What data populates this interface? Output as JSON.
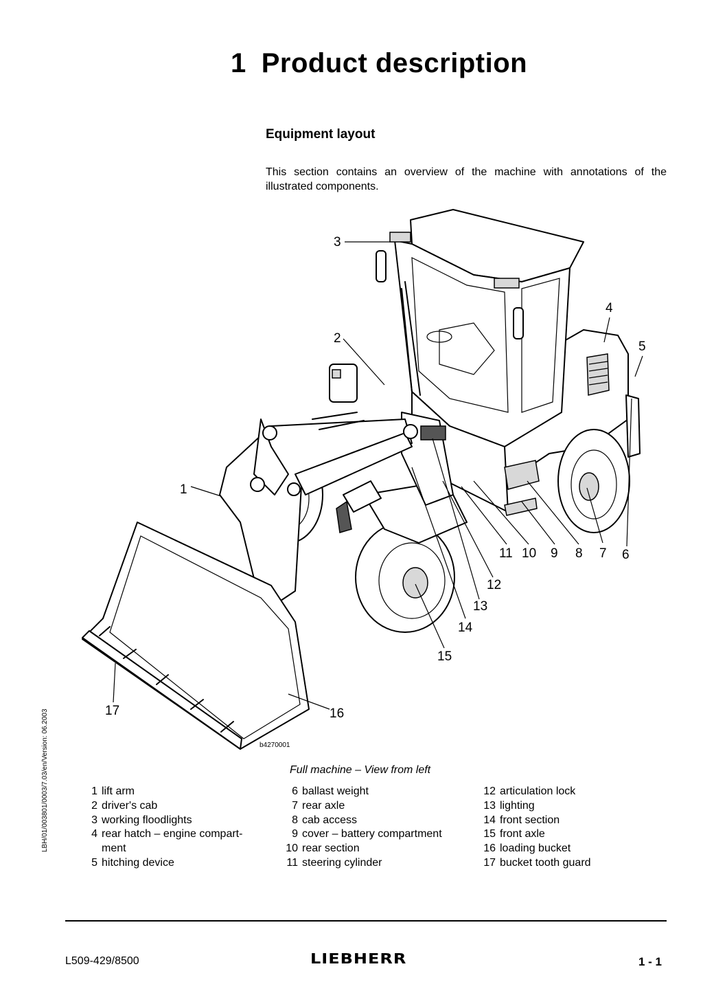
{
  "chapter": {
    "number": "1",
    "title": "Product description"
  },
  "section_title": "Equipment layout",
  "intro": "This section contains an overview of the machine with annotations of the illustrated components.",
  "side_text": "LBH/01/003801/0003/7.03/en/Version: 06.2003",
  "figure": {
    "id": "b4270001",
    "caption": "Full machine – View from left",
    "callouts": [
      "1",
      "2",
      "3",
      "4",
      "5",
      "6",
      "7",
      "8",
      "9",
      "10",
      "11",
      "12",
      "13",
      "14",
      "15",
      "16",
      "17"
    ]
  },
  "legend": {
    "col1": [
      {
        "num": "1",
        "text": "lift arm"
      },
      {
        "num": "2",
        "text": "driver's cab"
      },
      {
        "num": "3",
        "text": "working floodlights"
      },
      {
        "num": "4",
        "text": "rear hatch – engine compart-ment"
      },
      {
        "num": "5",
        "text": "hitching device"
      }
    ],
    "col2": [
      {
        "num": "6",
        "text": "ballast weight"
      },
      {
        "num": "7",
        "text": "rear axle"
      },
      {
        "num": "8",
        "text": "cab access"
      },
      {
        "num": "9",
        "text": "cover – battery compartment"
      },
      {
        "num": "10",
        "text": "rear section"
      },
      {
        "num": "11",
        "text": "steering cylinder"
      }
    ],
    "col3": [
      {
        "num": "12",
        "text": "articulation lock"
      },
      {
        "num": "13",
        "text": "lighting"
      },
      {
        "num": "14",
        "text": "front section"
      },
      {
        "num": "15",
        "text": "front axle"
      },
      {
        "num": "16",
        "text": "loading bucket"
      },
      {
        "num": "17",
        "text": "bucket tooth guard"
      }
    ]
  },
  "footer": {
    "doc_number": "L509-429/8500",
    "brand": "LIEBHERR",
    "page": "1 - 1"
  }
}
